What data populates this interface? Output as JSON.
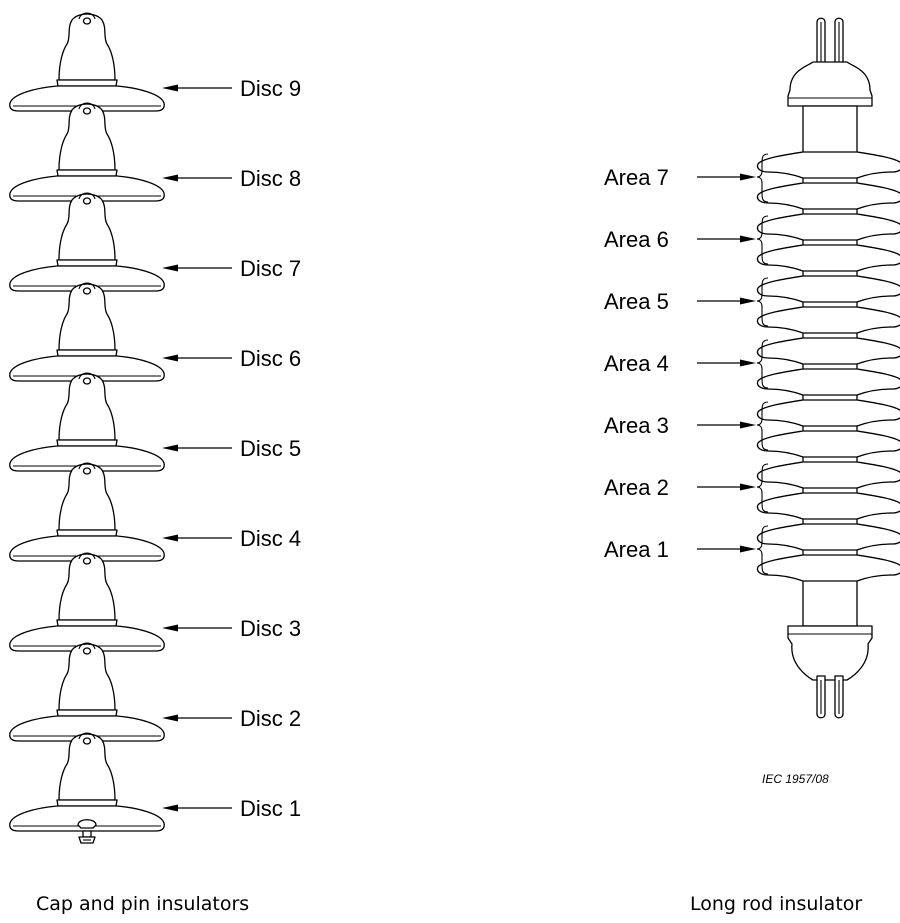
{
  "discs": [
    "Disc 9",
    "Disc 8",
    "Disc 7",
    "Disc 6",
    "Disc 5",
    "Disc 4",
    "Disc 3",
    "Disc 2",
    "Disc 1"
  ],
  "areas": [
    "Area 7",
    "Area 6",
    "Area 5",
    "Area 4",
    "Area 3",
    "Area 2",
    "Area 1"
  ],
  "reference": "IEC  1957/08",
  "captions": {
    "left": "Cap and pin insulators",
    "right": "Long rod insulator"
  }
}
